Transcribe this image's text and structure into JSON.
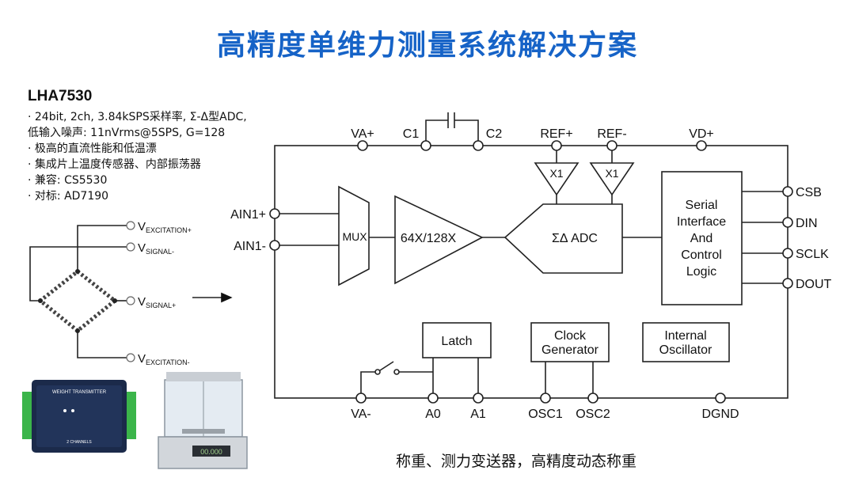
{
  "title": "高精度单维力测量系统解决方案",
  "part_number": "LHA7530",
  "features": [
    "· 24bit, 2ch, 3.84kSPS采样率, Σ-Δ型ADC,",
    "低输入噪声: 11nVrms@5SPS, G=128",
    "· 极高的直流性能和低温漂",
    "· 集成片上温度传感器、内部振荡器",
    "· 兼容: CS5530",
    "· 对标: AD7190"
  ],
  "bridge_labels": {
    "exc_plus": {
      "main": "V",
      "sub": "EXCITATION+"
    },
    "sig_minus": {
      "main": "V",
      "sub": "SIGNAL-"
    },
    "sig_plus": {
      "main": "V",
      "sub": "SIGNAL+"
    },
    "exc_minus": {
      "main": "V",
      "sub": "EXCITATION-"
    }
  },
  "pins": {
    "va_plus": "VA+",
    "c1": "C1",
    "c2": "C2",
    "ref_plus": "REF+",
    "ref_minus": "REF-",
    "vd_plus": "VD+",
    "ain1_plus": "AIN1+",
    "ain1_minus": "AIN1-",
    "csb": "CSB",
    "din": "DIN",
    "sclk": "SCLK",
    "dout": "DOUT",
    "va_minus": "VA-",
    "a0": "A0",
    "a1": "A1",
    "osc1": "OSC1",
    "osc2": "OSC2",
    "dgnd": "DGND"
  },
  "blocks": {
    "mux": "MUX",
    "pga": "64X/128X",
    "adc": "ΣΔ ADC",
    "buffer": "X1",
    "serial": [
      "Serial",
      "Interface",
      "And",
      "Control",
      "Logic"
    ],
    "latch": "Latch",
    "clock": [
      "Clock",
      "Generator"
    ],
    "oscillator": [
      "Internal",
      "Oscillator"
    ]
  },
  "product": {
    "transmitter_title": "WEIGHT TRANSMITTER",
    "transmitter_sub": "2 CHANNELS",
    "scale_display": "00.000"
  },
  "caption": "称重、测力变送器，高精度动态称重",
  "colors": {
    "title": "#1663c7",
    "line": "#222222",
    "device": "#1b2a4a",
    "terminal": "#3bb54a"
  }
}
